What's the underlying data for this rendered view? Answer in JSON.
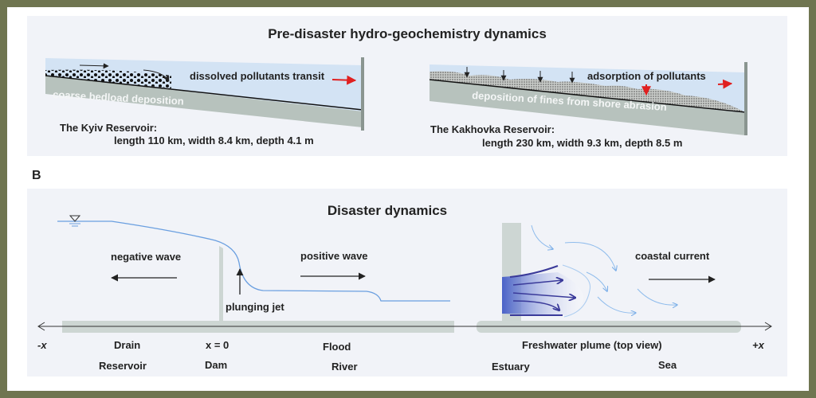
{
  "panel_a": {
    "title": "Pre-disaster hydro-geochemistry dynamics",
    "kyiv": {
      "process": "dissolved pollutants transit",
      "deposition": "coarse bedload deposition",
      "name": "The Kyiv Reservoir:",
      "dimensions": "length 110 km, width 8.4 km, depth 4.1 m"
    },
    "kakhovka": {
      "process": "adsorption of pollutants",
      "deposition": "deposition of fines from shore abrasion",
      "name": "The Kakhovka Reservoir:",
      "dimensions": "length 230 km, width 9.3 km, depth 8.5 m"
    }
  },
  "panel_b": {
    "label": "B",
    "title": "Disaster dynamics",
    "negative_wave": "negative wave",
    "positive_wave": "positive wave",
    "plunging_jet": "plunging jet",
    "coastal_current": "coastal current",
    "axis_neg": "-x",
    "axis_pos": "+x",
    "x_zero": "x = 0",
    "drain": "Drain",
    "flood": "Flood",
    "plume": "Freshwater plume (top view)",
    "reservoir": "Reservoir",
    "dam": "Dam",
    "river": "River",
    "estuary": "Estuary",
    "sea": "Sea"
  },
  "colors": {
    "frame": "#6f7550",
    "panel": "#f1f3f8",
    "water": "#d3e3f4",
    "ground": "#b7c2bd",
    "red_arrow": "#e02020",
    "plume": "#4a5ec8"
  }
}
